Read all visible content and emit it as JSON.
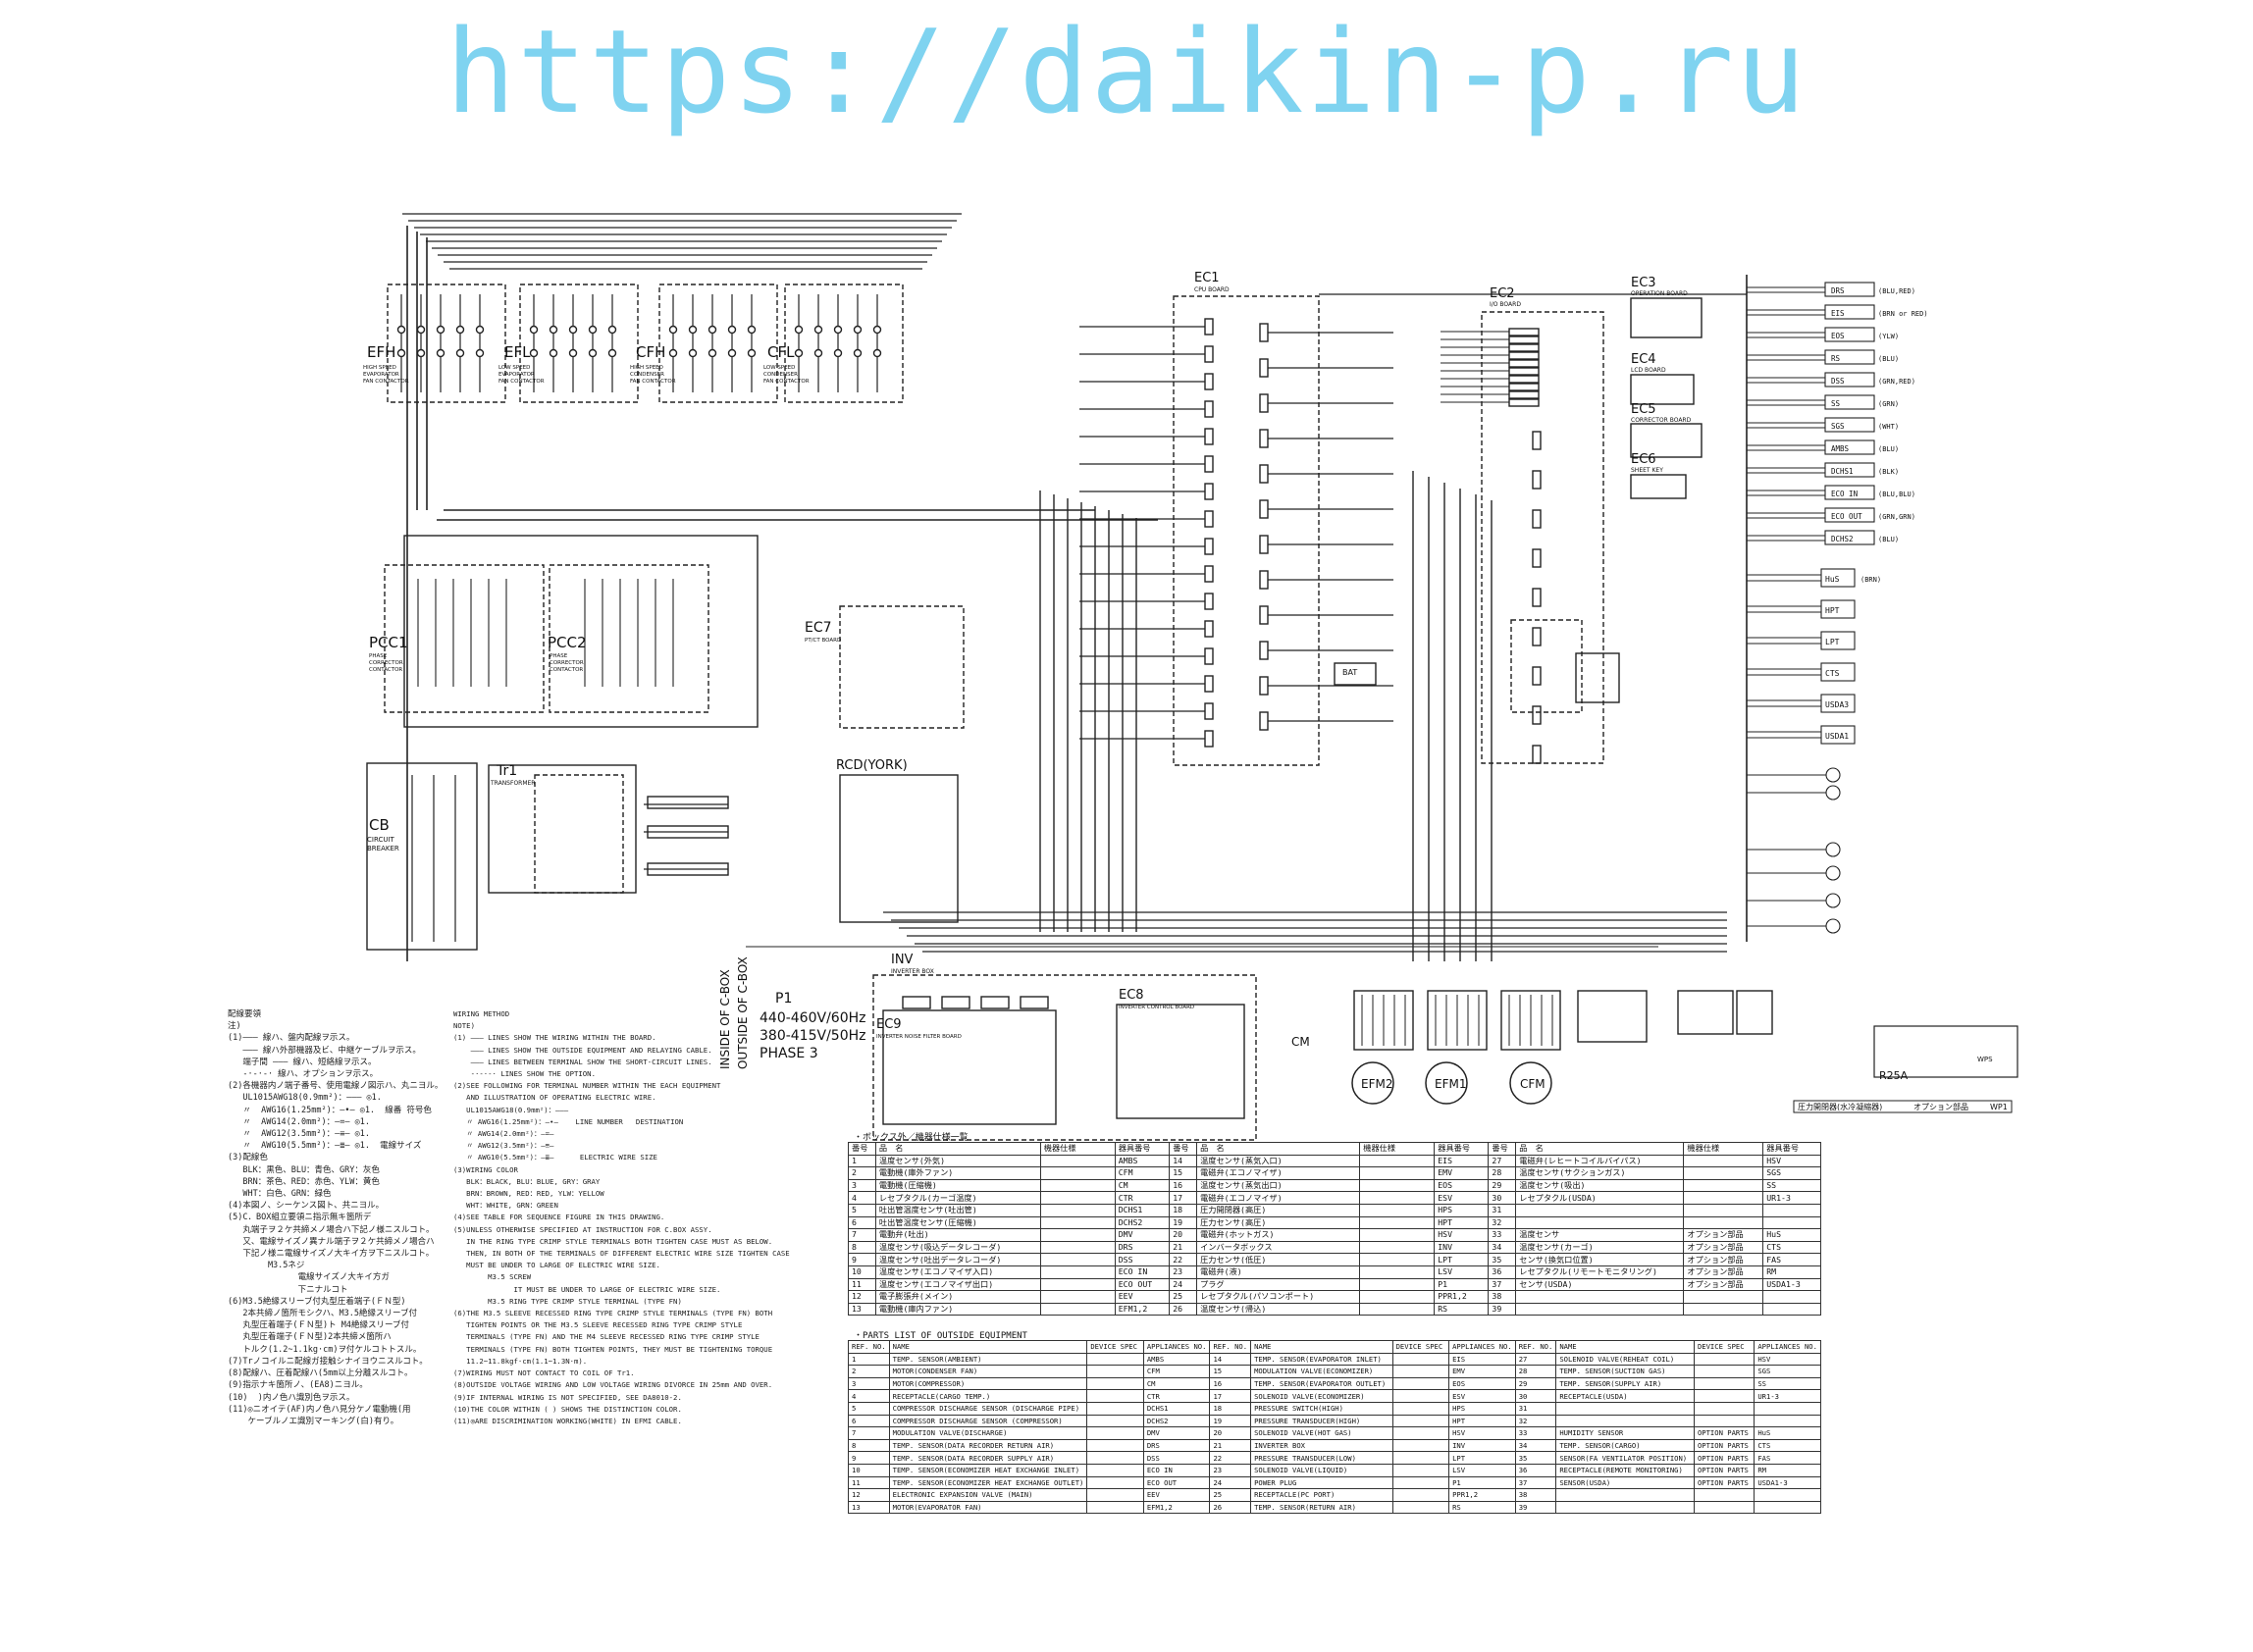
{
  "watermark": "https://daikin-p.ru",
  "contactors": [
    {
      "code": "EFH",
      "d1": "HIGH SPEED",
      "d2": "EVAPORATOR",
      "d3": "FAN CONTACTOR"
    },
    {
      "code": "EFL",
      "d1": "LOW SPEED",
      "d2": "EVAPORATOR",
      "d3": "FAN CONTACTOR"
    },
    {
      "code": "CFH",
      "d1": "HIGH SPEED",
      "d2": "CONDENSER",
      "d3": "FAN CONTACTOR"
    },
    {
      "code": "CFL",
      "d1": "LOW SPEED",
      "d2": "CONDENSER",
      "d3": "FAN CONTACTOR"
    }
  ],
  "pcc": [
    {
      "code": "PCC1",
      "d1": "PHASE",
      "d2": "CORRECTOR",
      "d3": "CONTACTOR"
    },
    {
      "code": "PCC2",
      "d1": "PHASE",
      "d2": "CORRECTOR",
      "d3": "CONTACTOR"
    }
  ],
  "boards": {
    "ec1": "EC1",
    "ec1_sub": "CPU BOARD",
    "ec2": "EC2",
    "ec2_sub": "I/O BOARD",
    "ec3": "EC3",
    "ec3_sub": "OPERATION BOARD",
    "ec4": "EC4",
    "ec4_sub": "LCD BOARD",
    "ec5": "EC5",
    "ec5_sub": "CORRECTOR BOARD",
    "ec6": "EC6",
    "ec6_sub": "SHEET KEY",
    "ec7": "EC7",
    "ec7_sub": "PT/CT BOARD",
    "ec8": "EC8",
    "ec8_sub": "INVERTER CONTROL BOARD",
    "ec9": "EC9",
    "ec9_sub": "INVERTER NOISE FILTER BOARD",
    "inv": "INV",
    "inv_sub": "INVERTER BOX",
    "rcd": "RCD(YORK)",
    "bat": "BAT"
  },
  "cb": {
    "code": "CB",
    "d1": "CIRCUIT",
    "d2": "BREAKER"
  },
  "tr": {
    "code": "Tr1",
    "d1": "TRANSFORMER"
  },
  "power": {
    "p": "P1",
    "v1": "440-460V/60Hz",
    "v2": "380-415V/50Hz",
    "v3": "PHASE 3"
  },
  "cbox": {
    "inside": "INSIDE OF C-BOX",
    "outside": "OUTSIDE OF C-BOX"
  },
  "motors": [
    "EFM2",
    "EFM1",
    "CFM"
  ],
  "cm": "CM",
  "sensors": [
    {
      "code": "DRS",
      "color": "(BLU,RED)"
    },
    {
      "code": "EIS",
      "color": "(BRN or RED)"
    },
    {
      "code": "EOS",
      "color": "(YLW)"
    },
    {
      "code": "RS",
      "color": "(BLU)"
    },
    {
      "code": "DSS",
      "color": "(GRN,RED)"
    },
    {
      "code": "SS",
      "color": "(GRN)"
    },
    {
      "code": "SGS",
      "color": "(WHT)"
    },
    {
      "code": "AMBS",
      "color": "(BLU)"
    },
    {
      "code": "DCHS1",
      "color": "(BLK)"
    },
    {
      "code": "ECO IN",
      "color": "(BLU,BLU)"
    },
    {
      "code": "ECO OUT",
      "color": "(GRN,GRN)"
    },
    {
      "code": "DCHS2",
      "color": "(BLU)"
    }
  ],
  "sensors2": [
    {
      "code": "HuS",
      "color": "(BRN)"
    },
    {
      "code": "HPT",
      "color": ""
    },
    {
      "code": "LPT",
      "color": ""
    },
    {
      "code": "CTS",
      "color": ""
    },
    {
      "code": "USDA3",
      "color": ""
    },
    {
      "code": "USDA1",
      "color": ""
    }
  ],
  "legend_right": {
    "r1": "圧力開閉器(水冷凝縮器)",
    "r2": "オプション部品",
    "r3": "WP1",
    "code": "R25A",
    "wps": "WPS"
  },
  "notes_left": "配線要領\n注)\n(1)——— 線ハ、盤内配線ヲ示ス。\n   ——— 線ハ外部機器及ビ、中継ケーブルヲ示ス。\n   端子間 ——— 線ハ、短絡線ヲ示ス。\n   -·-·-· 線ハ、オプションヲ示ス。\n(2)各機器内ノ端子番号、使用電線ノ図示ハ、丸ニヨル。\n   UL1015AWG18(0.9mm²)：——— ◎1.\n   〃  AWG16(1.25mm²)：—•— ◎1.  線番 符号色\n   〃  AWG14(2.0mm²)：—=— ◎1.\n   〃  AWG12(3.5mm²)：—≡— ◎1.\n   〃  AWG10(5.5mm²)：—≣— ◎1.  電線サイズ\n(3)配線色\n   BLK：黒色、BLU：青色、GRY：灰色\n   BRN：茶色、RED：赤色、YLW：黄色\n   WHT：白色、GRN：緑色\n(4)本図ノ、シーケンス図ト、共ニヨル。\n(5)C．BOX組立要領ニ指示無キ箇所デ\n   丸端子ヲ２ケ共締メノ場合ハ下記ノ様ニスルコト。\n   又、電線サイズノ異ナル端子ヲ２ケ共締メノ場合ハ\n   下記ノ様ニ電線サイズノ大キイ方ヲ下ニスルコト。\n        M3.5ネジ\n              電線サイズノ大キイ方ガ\n              下ニナルコト\n(6)M3.5絶縁スリーブ付丸型圧着端子(ＦＮ型)\n   2本共締ノ箇所モシクハ、M3.5絶縁スリーブ付\n   丸型圧着端子(ＦＮ型)ト M4絶縁スリーブ付\n   丸型圧着端子(ＦＮ型)2本共締メ箇所ハ\n   トルク(1.2~1.1kg·cm)ヲ付ケルコトトスル。\n(7)Trノコイルニ配線ガ接触シナイヨウニスルコト。\n(8)配線ハ、圧着配線ハ(5mm以上分離スルコト。\n(9)指示ナキ箇所ノ、(EA8)ニヨル。\n(10)  )内ノ色ハ識別色ヲ示ス。\n(11)◎ニオイテ(AF)内ノ色ハ見分ケノ電動機(用\n    ケーブルノエ識別マーキング(白)有り。",
  "notes_mid": "WIRING METHOD\nNOTE)\n(1) ——— LINES SHOW THE WIRING WITHIN THE BOARD.\n    ——— LINES SHOW THE OUTSIDE EQUIPMENT AND RELAYING CABLE.\n    ——— LINES BETWEEN TERMINAL SHOW THE SHORT-CIRCUIT LINES.\n    -·-·-· LINES SHOW THE OPTION.\n(2)SEE FOLLOWING FOR TERMINAL NUMBER WITHIN THE EACH EQUIPMENT\n   AND ILLUSTRATION OF OPERATING ELECTRIC WIRE.\n   UL1015AWG18(0.9mm²)：———\n   〃 AWG16(1.25mm²)：—•—    LINE NUMBER   DESTINATION\n   〃 AWG14(2.0mm²)：—=—\n   〃 AWG12(3.5mm²)：—≡—\n   〃 AWG10(5.5mm²)：—≣—      ELECTRIC WIRE SIZE\n(3)WIRING COLOR\n   BLK：BLACK, BLU：BLUE, GRY：GRAY\n   BRN：BROWN, RED：RED, YLW：YELLOW\n   WHT：WHITE, GRN：GREEN\n(4)SEE TABLE FOR SEQUENCE FIGURE IN THIS DRAWING.\n(5)UNLESS OTHERWISE SPECIFIED AT INSTRUCTION FOR C.BOX ASSY.\n   IN THE RING TYPE CRIMP STYLE TERMINALS BOTH TIGHTEN CASE MUST AS BELOW.\n   THEN, IN BOTH OF THE TERMINALS OF DIFFERENT ELECTRIC WIRE SIZE TIGHTEN CASE\n   MUST BE UNDER TO LARGE OF ELECTRIC WIRE SIZE.\n        M3.5 SCREW\n              IT MUST BE UNDER TO LARGE OF ELECTRIC WIRE SIZE.\n        M3.5 RING TYPE CRIMP STYLE TERMINAL (TYPE FN)\n(6)THE M3.5 SLEEVE RECESSED RING TYPE CRIMP STYLE TERMINALS (TYPE FN) BOTH\n   TIGHTEN POINTS OR THE M3.5 SLEEVE RECESSED RING TYPE CRIMP STYLE\n   TERMINALS (TYPE FN) AND THE M4 SLEEVE RECESSED RING TYPE CRIMP STYLE\n   TERMINALS (TYPE FN) BOTH TIGHTEN POINTS, THEY MUST BE TIGHTENING TORQUE\n   11.2~11.8kgf·cm(1.1~1.3N·m).\n(7)WIRING MUST NOT CONTACT TO COIL OF Tr1.\n(8)OUTSIDE VOLTAGE WIRING AND LOW VOLTAGE WIRING DIVORCE IN 25mm AND OVER.\n(9)IF INTERNAL WIRING IS NOT SPECIFIED, SEE DA8010-2.\n(10)THE COLOR WITHIN ( ) SHOWS THE DISTINCTION COLOR.\n(11)◎ARE DISCRIMINATION WORKING(WHITE) IN EFMI CABLE.",
  "table_jp": {
    "title": "・ボックス外／機器仕様一覧",
    "headers": [
      "番号",
      "品　名",
      "機器仕様",
      "器具番号",
      "番号",
      "品　名",
      "機器仕様",
      "器具番号",
      "番号",
      "品　名",
      "機器仕様",
      "器具番号"
    ],
    "rows": [
      [
        "1",
        "温度センサ(外気)",
        "",
        "AMBS",
        "14",
        "温度センサ(蒸気入口)",
        "",
        "EIS",
        "27",
        "電磁弁(レヒートコイルバイパス)",
        "",
        "HSV"
      ],
      [
        "2",
        "電動機(庫外ファン)",
        "",
        "CFM",
        "15",
        "電磁弁(エコノマイザ)",
        "",
        "EMV",
        "28",
        "温度センサ(サクションガス)",
        "",
        "SGS"
      ],
      [
        "3",
        "電動機(圧縮機)",
        "",
        "CM",
        "16",
        "温度センサ(蒸気出口)",
        "",
        "EOS",
        "29",
        "温度センサ(吸出)",
        "",
        "SS"
      ],
      [
        "4",
        "レセプタクル(カーゴ温度)",
        "",
        "CTR",
        "17",
        "電磁弁(エコノマイザ)",
        "",
        "ESV",
        "30",
        "レセプタクル(USDA)",
        "",
        "UR1-3"
      ],
      [
        "5",
        "吐出管温度センサ(吐出管)",
        "",
        "DCHS1",
        "18",
        "圧力開閉器(高圧)",
        "",
        "HPS",
        "31",
        "",
        "",
        ""
      ],
      [
        "6",
        "吐出管温度センサ(圧縮機)",
        "",
        "DCHS2",
        "19",
        "圧力センサ(高圧)",
        "",
        "HPT",
        "32",
        "",
        "",
        ""
      ],
      [
        "7",
        "電動弁(吐出)",
        "",
        "DMV",
        "20",
        "電磁弁(ホットガス)",
        "",
        "HSV",
        "33",
        "温度センサ",
        "オプション部品",
        "HuS"
      ],
      [
        "8",
        "温度センサ(吸込データレコーダ)",
        "",
        "DRS",
        "21",
        "インバータボックス",
        "",
        "INV",
        "34",
        "温度センサ(カーゴ)",
        "オプション部品",
        "CTS"
      ],
      [
        "9",
        "温度センサ(吐出データレコーダ)",
        "",
        "DSS",
        "22",
        "圧力センサ(低圧)",
        "",
        "LPT",
        "35",
        "センサ(換気口位置)",
        "オプション部品",
        "FAS"
      ],
      [
        "10",
        "温度センサ(エコノマイザ入口)",
        "",
        "ECO IN",
        "23",
        "電磁弁(液)",
        "",
        "LSV",
        "36",
        "レセプタクル(リモートモニタリング)",
        "オプション部品",
        "RM"
      ],
      [
        "11",
        "温度センサ(エコノマイザ出口)",
        "",
        "ECO OUT",
        "24",
        "プラグ",
        "",
        "P1",
        "37",
        "センサ(USDA)",
        "オプション部品",
        "USDA1-3"
      ],
      [
        "12",
        "電子膨張弁(メイン)",
        "",
        "EEV",
        "25",
        "レセプタクル(パソコンポート)",
        "",
        "PPR1,2",
        "38",
        "",
        "",
        ""
      ],
      [
        "13",
        "電動機(庫内ファン)",
        "",
        "EFM1,2",
        "26",
        "温度センサ(帰込)",
        "",
        "RS",
        "39",
        "",
        "",
        ""
      ]
    ]
  },
  "table_en": {
    "title": "・PARTS LIST OF OUTSIDE EQUIPMENT",
    "headers": [
      "REF. NO.",
      "NAME",
      "DEVICE SPEC",
      "APPLIANCES NO.",
      "REF. NO.",
      "NAME",
      "DEVICE SPEC",
      "APPLIANCES NO.",
      "REF. NO.",
      "NAME",
      "DEVICE SPEC",
      "APPLIANCES NO."
    ],
    "rows": [
      [
        "1",
        "TEMP. SENSOR(AMBIENT)",
        "",
        "AMBS",
        "14",
        "TEMP. SENSOR(EVAPORATOR INLET)",
        "",
        "EIS",
        "27",
        "SOLENOID VALVE(REHEAT COIL)",
        "",
        "HSV"
      ],
      [
        "2",
        "MOTOR(CONDENSER FAN)",
        "",
        "CFM",
        "15",
        "MODULATION VALVE(ECONOMIZER)",
        "",
        "EMV",
        "28",
        "TEMP. SENSOR(SUCTION GAS)",
        "",
        "SGS"
      ],
      [
        "3",
        "MOTOR(COMPRESSOR)",
        "",
        "CM",
        "16",
        "TEMP. SENSOR(EVAPORATOR OUTLET)",
        "",
        "EOS",
        "29",
        "TEMP. SENSOR(SUPPLY AIR)",
        "",
        "SS"
      ],
      [
        "4",
        "RECEPTACLE(CARGO TEMP.)",
        "",
        "CTR",
        "17",
        "SOLENOID VALVE(ECONOMIZER)",
        "",
        "ESV",
        "30",
        "RECEPTACLE(USDA)",
        "",
        "UR1-3"
      ],
      [
        "5",
        "COMPRESSOR DISCHARGE SENSOR (DISCHARGE PIPE)",
        "",
        "DCHS1",
        "18",
        "PRESSURE SWITCH(HIGH)",
        "",
        "HPS",
        "31",
        "",
        "",
        ""
      ],
      [
        "6",
        "COMPRESSOR DISCHARGE SENSOR (COMPRESSOR)",
        "",
        "DCHS2",
        "19",
        "PRESSURE TRANSDUCER(HIGH)",
        "",
        "HPT",
        "32",
        "",
        "",
        ""
      ],
      [
        "7",
        "MODULATION VALVE(DISCHARGE)",
        "",
        "DMV",
        "20",
        "SOLENOID VALVE(HOT GAS)",
        "",
        "HSV",
        "33",
        "HUMIDITY SENSOR",
        "OPTION PARTS",
        "HuS"
      ],
      [
        "8",
        "TEMP. SENSOR(DATA RECORDER RETURN AIR)",
        "",
        "DRS",
        "21",
        "INVERTER BOX",
        "",
        "INV",
        "34",
        "TEMP. SENSOR(CARGO)",
        "OPTION PARTS",
        "CTS"
      ],
      [
        "9",
        "TEMP. SENSOR(DATA RECORDER SUPPLY AIR)",
        "",
        "DSS",
        "22",
        "PRESSURE TRANSDUCER(LOW)",
        "",
        "LPT",
        "35",
        "SENSOR(FA VENTILATOR POSITION)",
        "OPTION PARTS",
        "FAS"
      ],
      [
        "10",
        "TEMP. SENSOR(ECONOMIZER HEAT EXCHANGE INLET)",
        "",
        "ECO IN",
        "23",
        "SOLENOID VALVE(LIQUID)",
        "",
        "LSV",
        "36",
        "RECEPTACLE(REMOTE MONITORING)",
        "OPTION PARTS",
        "RM"
      ],
      [
        "11",
        "TEMP. SENSOR(ECONOMIZER HEAT EXCHANGE OUTLET)",
        "",
        "ECO OUT",
        "24",
        "POWER PLUG",
        "",
        "P1",
        "37",
        "SENSOR(USDA)",
        "OPTION PARTS",
        "USDA1-3"
      ],
      [
        "12",
        "ELECTRONIC EXPANSION VALVE (MAIN)",
        "",
        "EEV",
        "25",
        "RECEPTACLE(PC PORT)",
        "",
        "PPR1,2",
        "38",
        "",
        "",
        ""
      ],
      [
        "13",
        "MOTOR(EVAPORATOR FAN)",
        "",
        "EFM1,2",
        "26",
        "TEMP. SENSOR(RETURN AIR)",
        "",
        "RS",
        "39",
        "",
        "",
        ""
      ]
    ]
  }
}
